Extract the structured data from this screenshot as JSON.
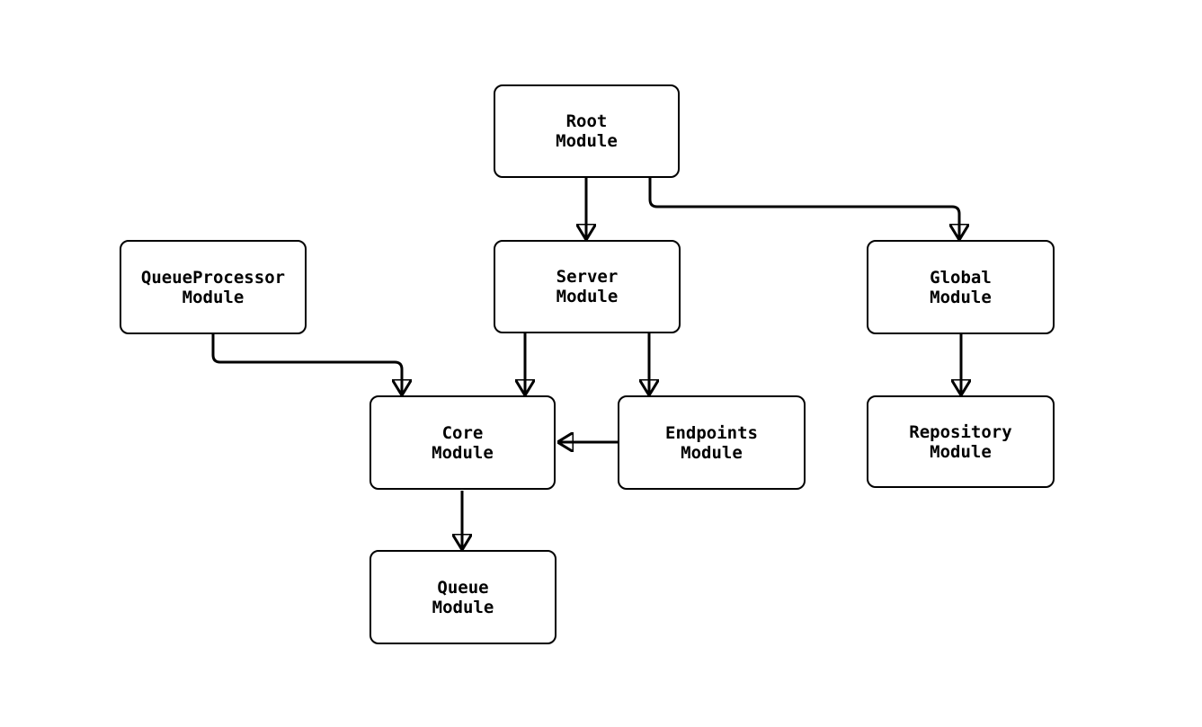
{
  "diagram": {
    "type": "module-dependency-graph",
    "colors": {
      "background": "#ffffff",
      "node_fill": "#ffffff",
      "node_border": "#000000",
      "edge_stroke": "#000000",
      "text": "#000000"
    },
    "nodes": [
      {
        "id": "root",
        "line1": "Root",
        "line2": "Module"
      },
      {
        "id": "queueprocessor",
        "line1": "QueueProcessor",
        "line2": "Module"
      },
      {
        "id": "server",
        "line1": "Server",
        "line2": "Module"
      },
      {
        "id": "global",
        "line1": "Global",
        "line2": "Module"
      },
      {
        "id": "core",
        "line1": "Core",
        "line2": "Module"
      },
      {
        "id": "endpoints",
        "line1": "Endpoints",
        "line2": "Module"
      },
      {
        "id": "repository",
        "line1": "Repository",
        "line2": "Module"
      },
      {
        "id": "queue",
        "line1": "Queue",
        "line2": "Module"
      }
    ],
    "edges": [
      {
        "from": "Root Module",
        "to": "Server Module"
      },
      {
        "from": "Root Module",
        "to": "Global Module"
      },
      {
        "from": "QueueProcessor Module",
        "to": "Core Module"
      },
      {
        "from": "Server Module",
        "to": "Core Module"
      },
      {
        "from": "Server Module",
        "to": "Endpoints Module"
      },
      {
        "from": "Global Module",
        "to": "Repository Module"
      },
      {
        "from": "Endpoints Module",
        "to": "Core Module"
      },
      {
        "from": "Core Module",
        "to": "Queue Module"
      }
    ]
  }
}
